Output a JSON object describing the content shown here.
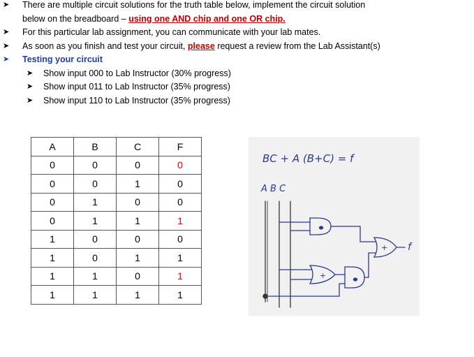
{
  "instructions": {
    "line1": "There are multiple circuit solutions for the truth table below, implement the circuit solution",
    "line1b_pre": "below on the breadboard – ",
    "line1b_red": "using one AND chip and one OR chip.",
    "line2": "For this particular lab assignment, you can communicate with your lab mates.",
    "line3_pre": "As soon as you finish and test your circuit, ",
    "line3_red": "please",
    "line3_post": " request a review from the Lab Assistant(s)",
    "testing_heading": "Testing your circuit",
    "sub_items": [
      "Show input 000 to Lab Instructor (30% progress)",
      "Show input 011 to Lab Instructor (35% progress)",
      "Show input 110 to Lab Instructor (35% progress)"
    ]
  },
  "truth_table": {
    "headers": [
      "A",
      "B",
      "C",
      "F"
    ],
    "rows": [
      [
        "0",
        "0",
        "0",
        "0"
      ],
      [
        "0",
        "0",
        "1",
        "0"
      ],
      [
        "0",
        "1",
        "0",
        "0"
      ],
      [
        "0",
        "1",
        "1",
        "1"
      ],
      [
        "1",
        "0",
        "0",
        "0"
      ],
      [
        "1",
        "0",
        "1",
        "1"
      ],
      [
        "1",
        "1",
        "0",
        "1"
      ],
      [
        "1",
        "1",
        "1",
        "1"
      ]
    ],
    "red_f_rows": [
      0,
      3,
      6
    ]
  },
  "sketch": {
    "expression": "BC + A (B+C) = f",
    "inputs_label": "A  B  C",
    "or_gate_mark": "+",
    "output_label": "f"
  },
  "colors": {
    "red": "#e00000",
    "heading_blue": "#1f3ea8",
    "sketch_ink": "#2b3a8f"
  }
}
